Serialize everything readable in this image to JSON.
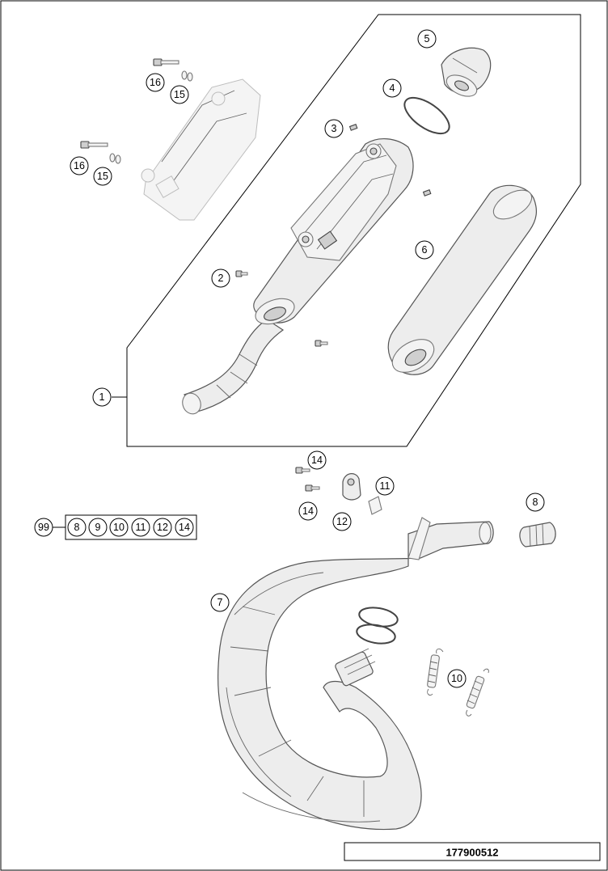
{
  "callouts": {
    "c1": "1",
    "c2": "2",
    "c3": "3",
    "c4": "4",
    "c5": "5",
    "c6": "6",
    "c7": "7",
    "c8": "8",
    "c10": "10",
    "c11": "11",
    "c12": "12",
    "c14a": "14",
    "c14b": "14",
    "c15a": "15",
    "c15b": "15",
    "c16a": "16",
    "c16b": "16"
  },
  "kit": {
    "label": "99",
    "items": [
      "8",
      "9",
      "10",
      "11",
      "12",
      "14"
    ]
  },
  "drawing_number": "177900512"
}
